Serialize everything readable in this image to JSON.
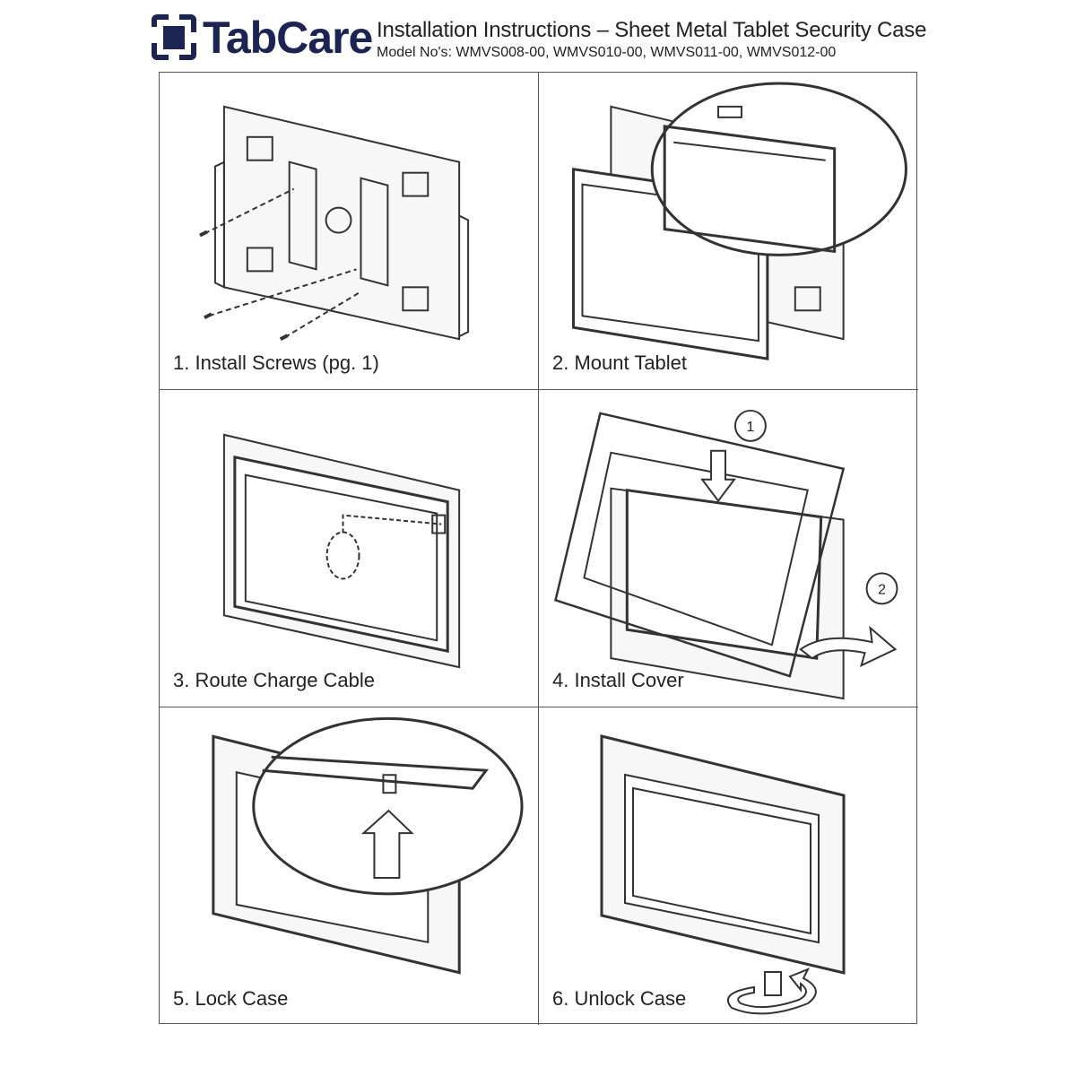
{
  "header": {
    "brand": "TabCare",
    "title": "Installation Instructions – Sheet Metal Tablet Security Case",
    "models": "Model No's: WMVS008-00, WMVS010-00, WMVS011-00, WMVS012-00",
    "brand_color": "#1c2453"
  },
  "steps": [
    {
      "label": "1. Install Screws (pg. 1)"
    },
    {
      "label": "2. Mount Tablet"
    },
    {
      "label": "3. Route Charge Cable"
    },
    {
      "label": "4. Install Cover",
      "callouts": [
        "1",
        "2"
      ]
    },
    {
      "label": "5. Lock Case"
    },
    {
      "label": "6. Unlock Case"
    }
  ]
}
